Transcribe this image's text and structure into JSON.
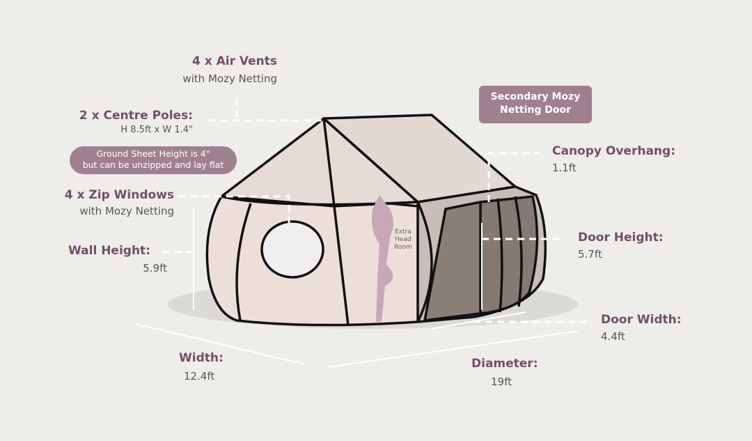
{
  "labels": {
    "air_vents": {
      "title": "4 x Air Vents",
      "sub": "with Mozy Netting"
    },
    "centre_poles": {
      "title": "2 x  Centre Poles:",
      "sub": "H 8.5ft x W 1.4\""
    },
    "ground_sheet": {
      "line1": "Ground Sheet Height is 4\"",
      "line2": "but can be unzipped and lay flat"
    },
    "zip_windows": {
      "title": "4 x Zip Windows",
      "sub": "with Mozy Netting"
    },
    "wall_height": {
      "title": "Wall Height:",
      "value": "5.9ft"
    },
    "width": {
      "title": "Width:",
      "value": "12.4ft"
    },
    "diameter": {
      "title": "Diameter:",
      "value": "19ft"
    },
    "secondary_door": {
      "line1": "Secondary Mozy",
      "line2": "Netting Door"
    },
    "canopy": {
      "title": "Canopy Overhang:",
      "value": "1.1ft"
    },
    "door_height": {
      "title": "Door Height:",
      "value": "5.7ft"
    },
    "door_width": {
      "title": "Door Width:",
      "value": "4.4ft"
    },
    "head_room": {
      "line1": "Extra",
      "line2": "Head",
      "line3": "Room"
    }
  },
  "colors": {
    "accent": "#744d69",
    "badge": "#a0808f",
    "background": "#eeedea",
    "tent": "#ecdfd9"
  }
}
